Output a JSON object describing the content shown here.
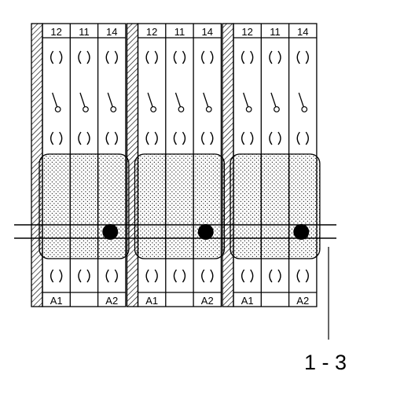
{
  "diagram": {
    "modules": [
      {
        "top_terminals": [
          "12",
          "11",
          "14"
        ],
        "bottom_terminals": [
          "A1",
          "",
          "A2"
        ]
      },
      {
        "top_terminals": [
          "12",
          "11",
          "14"
        ],
        "bottom_terminals": [
          "A1",
          "",
          "A2"
        ]
      },
      {
        "top_terminals": [
          "12",
          "11",
          "14"
        ],
        "bottom_terminals": [
          "A1",
          "",
          "A2"
        ]
      }
    ],
    "callout": "1 - 3",
    "colors": {
      "stroke": "#000000",
      "fill": "#ffffff",
      "stipple": "#000000"
    }
  }
}
